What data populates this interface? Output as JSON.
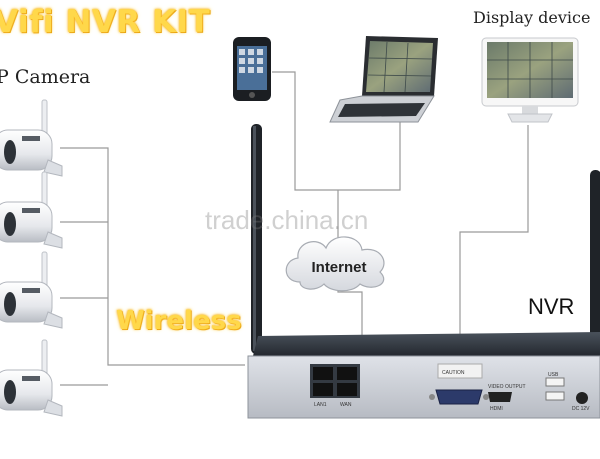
{
  "labels": {
    "title": "Vifi NVR KIT",
    "ip_camera": "P Camera",
    "display_device": "Display device",
    "internet": "Internet",
    "wireless": "Wireless",
    "nvr": "NVR",
    "watermark": "trade.china.cn"
  },
  "nvr_panel": {
    "lan_port_label": "LAN1",
    "wan_port_label": "WAN",
    "caution_label": "CAUTION",
    "video_output_label": "VIDEO OUTPUT",
    "hdmi_label": "HDMI",
    "usb_label": "USB",
    "power_label": "DC 12V"
  },
  "colors": {
    "title_yellow": "#ffd84a",
    "title_glow": "#f4a000",
    "nvr_body": "#2a2f36",
    "nvr_panel": "#c9ccd3",
    "line": "#9a9a9a"
  },
  "icons": [
    "smartphone-icon",
    "laptop-icon",
    "monitor-icon",
    "cloud-icon",
    "camera-icon",
    "antenna-icon"
  ]
}
